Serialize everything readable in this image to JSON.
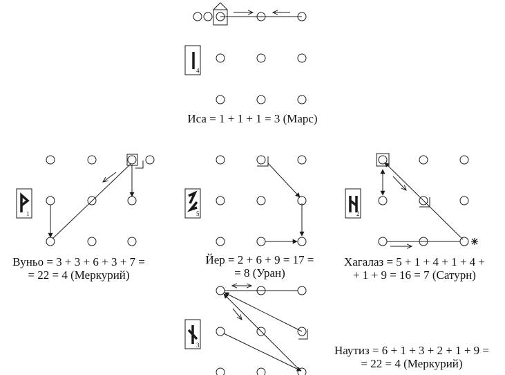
{
  "runes": [
    {
      "id": "isa",
      "number": "4",
      "caption": [
        "Иса = 1 + 1 + 1 = 3 (Марс)"
      ]
    },
    {
      "id": "wunjo",
      "number": "1",
      "caption": [
        "Вуньо = 3 + 3 + 6 + 3 + 7 =",
        "= 22 = 4 (Меркурий)"
      ]
    },
    {
      "id": "jera",
      "number": "5",
      "caption": [
        "Йер = 2 + 6 + 9 = 17 =",
        "= 8 (Уран)"
      ]
    },
    {
      "id": "hagalaz",
      "number": "2",
      "caption": [
        "Хагалаз = 5 + 1 + 4 + 1 + 4 +",
        "+ 1 + 9 = 16 = 7 (Сатурн)"
      ]
    },
    {
      "id": "nauthiz",
      "number": "3",
      "caption": [
        "Наутиз = 6 + 1 + 3 + 2 + 1 + 9 =",
        "= 22 = 4 (Меркурий)"
      ]
    }
  ],
  "colors": {
    "ink": "#1a1a1a"
  }
}
